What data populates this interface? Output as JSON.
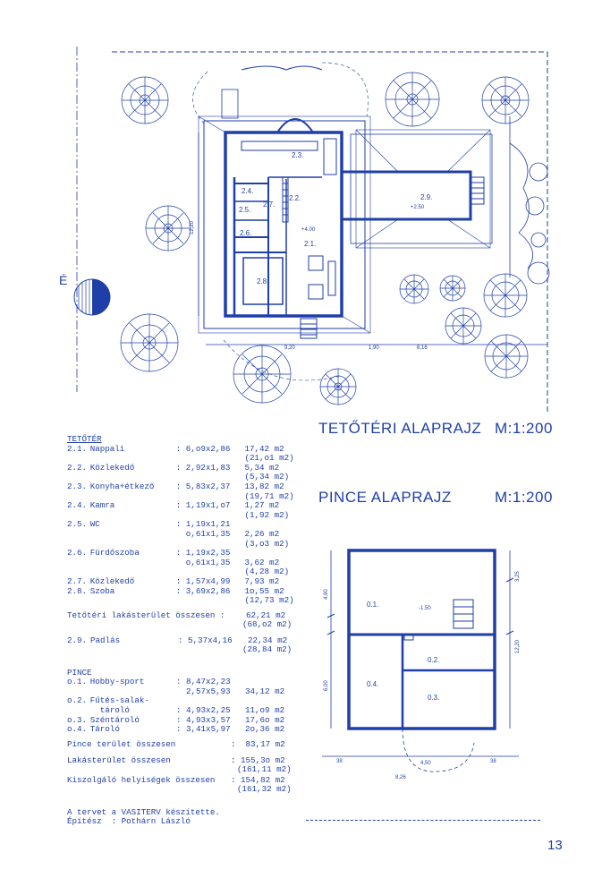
{
  "page_number": "13",
  "titles": {
    "attic_plan": "TETŐTÉRI ALAPRAJZ",
    "attic_scale": "M:1:200",
    "basement_plan": "PINCE ALAPRAJZ",
    "basement_scale": "M:1:200"
  },
  "north_label": "É",
  "attic_labels": {
    "r23": "2.3.",
    "r24": "2.4.",
    "r25": "2.5.",
    "r22": "2.2.",
    "r27": "2.7.",
    "r26": "2.6.",
    "r21": "2.1.",
    "r28": "2.8.",
    "r29": "2.9.",
    "level1": "+4.00",
    "level2": "+2.50",
    "dim_920": "9,20",
    "dim_190": "1,90",
    "dim_616": "6,16",
    "dim_1220": "12,20"
  },
  "basement_labels": {
    "r01": "0.1.",
    "r02": "0.2.",
    "r03": "0.3.",
    "r04": "0.4.",
    "level": "-1.50",
    "dim_450": "4,50",
    "dim_826": "8,26",
    "dim_38a": "38",
    "dim_38b": "38",
    "dim_600": "6,00",
    "dim_490": "4,90",
    "dim_325": "3,25",
    "dim_1220": "12,20"
  },
  "schedule": {
    "header_attic": "TETŐTÉR",
    "rows": [
      {
        "no": "2.1.",
        "name": "Nappali",
        "dims": ": 6,o9x2,86",
        "area": "17,42 m2"
      },
      {
        "no": "",
        "name": "",
        "dims": "",
        "area": "(21,o1 m2)"
      },
      {
        "no": "2.2.",
        "name": "Közlekedő",
        "dims": ": 2,92x1,83",
        "area": "5,34 m2"
      },
      {
        "no": "",
        "name": "",
        "dims": "",
        "area": "(5,34 m2)"
      },
      {
        "no": "2.3.",
        "name": "Konyha+étkező",
        "dims": ": 5,83x2,37",
        "area": "13,82 m2"
      },
      {
        "no": "",
        "name": "",
        "dims": "",
        "area": "(19,71 m2)"
      },
      {
        "no": "2.4.",
        "name": "Kamra",
        "dims": ": 1,19x1,o7",
        "area": "1,27 m2"
      },
      {
        "no": "",
        "name": "",
        "dims": "",
        "area": "(1,92 m2)"
      },
      {
        "no": "2.5.",
        "name": "WC",
        "dims": ": 1,19x1,21",
        "area": ""
      },
      {
        "no": "",
        "name": "",
        "dims": "  o,61x1,35",
        "area": "2,26 m2"
      },
      {
        "no": "",
        "name": "",
        "dims": "",
        "area": "(3,o3 m2)"
      },
      {
        "no": "2.6.",
        "name": "Fürdőszoba",
        "dims": ": 1,19x2,35",
        "area": ""
      },
      {
        "no": "",
        "name": "",
        "dims": "  o,61x1,35",
        "area": "3,62 m2"
      },
      {
        "no": "",
        "name": "",
        "dims": "",
        "area": "(4,28 m2)"
      },
      {
        "no": "2.7.",
        "name": "Közlekedő",
        "dims": ": 1,57x4,99",
        "area": "7,93 m2"
      },
      {
        "no": "",
        "name": "",
        "dims": "",
        "area": ""
      },
      {
        "no": "2.8.",
        "name": "Szoba",
        "dims": ": 3,69x2,86",
        "area": "1o,55 m2"
      },
      {
        "no": "",
        "name": "",
        "dims": "",
        "area": "(12,73 m2)"
      }
    ],
    "attic_total_label": "Tetőtéri lakásterület összesen :",
    "attic_total": "62,21 m2",
    "attic_total_paren": "(68,o2 m2)",
    "padlas_no": "2.9.",
    "padlas_name": "Padlás",
    "padlas_dims": ": 5,37x4,16",
    "padlas_area": "22,34 m2",
    "padlas_paren": "(28,84 m2)",
    "header_basement": "PINCE",
    "basement_rows": [
      {
        "no": "o.1.",
        "name": "Hobby-sport",
        "dims": ": 8,47x2,23",
        "area": ""
      },
      {
        "no": "",
        "name": "",
        "dims": "  2,57x5,93",
        "area": "34,12 m2"
      },
      {
        "no": "o.2.",
        "name": "Fűtés-salak-",
        "dims": "",
        "area": ""
      },
      {
        "no": "",
        "name": "  tároló",
        "dims": ": 4,93x2,25",
        "area": "11,o9 m2"
      },
      {
        "no": "o.3.",
        "name": "Széntároló",
        "dims": ": 4,93x3,57",
        "area": "17,6o m2"
      },
      {
        "no": "o.4.",
        "name": "Tároló",
        "dims": ": 3,41x5,97",
        "area": "2o,36 m2"
      }
    ],
    "basement_total_label": "Pince terület összesen",
    "basement_total": ":  83,17 m2",
    "living_total_label": "Lakásterület összesen",
    "living_total": ": 155,3o m2",
    "living_total_paren": "(161,11 m2)",
    "service_total_label": "Kiszolgáló helyiségek összesen",
    "service_total": ": 154,82 m2",
    "service_total_paren": "(161,32 m2)",
    "credit_line1": "A tervet a VASITERV készítette.",
    "credit_line2": "Építész  : Pothárn László"
  },
  "colors": {
    "ink": "#1f3fa8"
  }
}
